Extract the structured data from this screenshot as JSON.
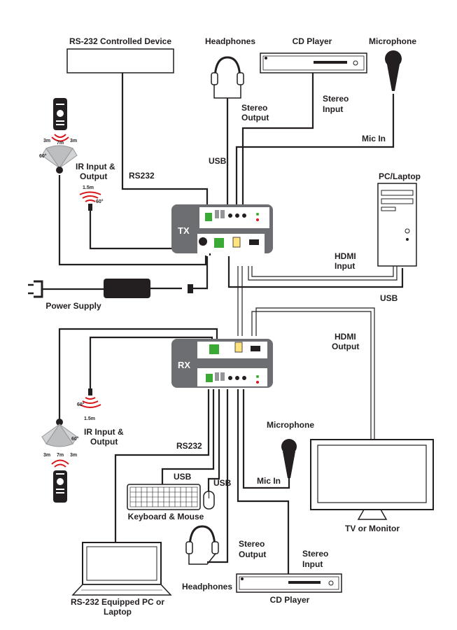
{
  "labels": {
    "rs232_device": "RS-232 Controlled Device",
    "headphones_top": "Headphones",
    "cd_player_top": "CD Player",
    "microphone_top": "Microphone",
    "stereo_output_top_1": "Stereo",
    "stereo_output_top_2": "Output",
    "stereo_input_top_1": "Stereo",
    "stereo_input_top_2": "Input",
    "mic_in_top": "Mic In",
    "usb_top": "USB",
    "rs232_top": "RS232",
    "ir_top_1": "IR Input &",
    "ir_top_2": "Output",
    "pc_laptop": "PC/Laptop",
    "hdmi_input_1": "HDMI",
    "hdmi_input_2": "Input",
    "usb_pc": "USB",
    "power_supply": "Power Supply",
    "tx": "TX",
    "rx": "RX",
    "hdmi_output_1": "HDMI",
    "hdmi_output_2": "Output",
    "ir_bottom_1": "IR Input &",
    "ir_bottom_2": "Output",
    "microphone_bottom": "Microphone",
    "rs232_bottom": "RS232",
    "usb_keyboard": "USB",
    "usb_mouse": "USB",
    "mic_in_bottom": "Mic In",
    "keyboard_mouse": "Keyboard & Mouse",
    "tv_monitor": "TV or Monitor",
    "stereo_output_bottom_1": "Stereo",
    "stereo_output_bottom_2": "Output",
    "stereo_input_bottom_1": "Stereo",
    "stereo_input_bottom_2": "Input",
    "headphones_bottom": "Headphones",
    "cd_player_bottom": "CD Player",
    "rs232_pc_1": "RS-232 Equipped PC or",
    "rs232_pc_2": "Laptop",
    "remote_top_left": "3m",
    "remote_top_mid": "7m",
    "remote_top_right": "3m",
    "remote_top_angle": "60°",
    "ir_top_dist": "1.5m",
    "ir_top_angle": "60°",
    "ir_bottom_angle": "60°",
    "ir_bottom_dist": "1.5m",
    "remote_bottom_left": "3m",
    "remote_bottom_mid": "7m",
    "remote_bottom_right": "3m",
    "remote_bottom_angle": "60°"
  },
  "colors": {
    "device_body": "#6d6e71",
    "device_face": "#ffffff",
    "terminal_green": "#3aaa35",
    "ir_red": "#d7191c",
    "cable": "#231f20"
  }
}
